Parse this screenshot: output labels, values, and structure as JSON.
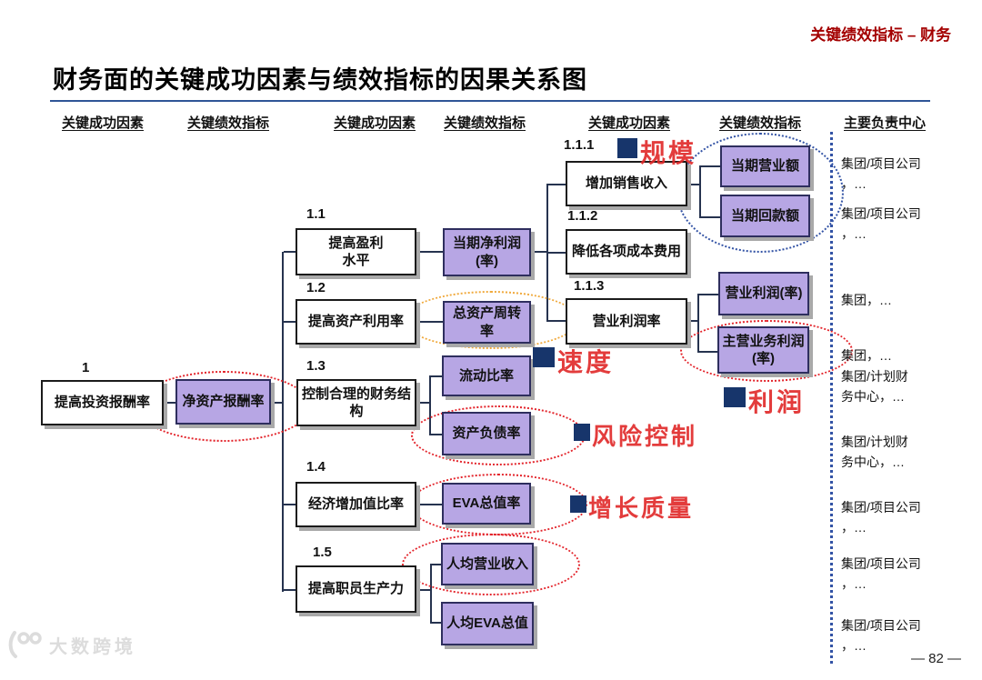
{
  "page": {
    "corner_tag": "关键绩效指标 – 财务",
    "title": "财务面的关键成功因素与绩效指标的因果关系图",
    "page_number": "— 82 —",
    "watermark": "大数跨境"
  },
  "columns": [
    "关键成功因素",
    "关键绩效指标",
    "关键成功因素",
    "关键绩效指标",
    "关键成功因素",
    "关键绩效指标",
    "主要负责中心"
  ],
  "nodes": {
    "invest_return": {
      "num": "1",
      "label": "提高投资报酬率"
    },
    "profit_level": {
      "num": "1.1",
      "label": "提高盈利\n水平"
    },
    "asset_use": {
      "num": "1.2",
      "label": "提高资产利用率"
    },
    "fin_structure": {
      "num": "1.3",
      "label": "控制合理的财务结构"
    },
    "eva_ratio": {
      "num": "1.4",
      "label": "经济增加值比率"
    },
    "staff_productivity": {
      "num": "1.5",
      "label": "提高职员生产力"
    },
    "sales_income": {
      "num": "1.1.1",
      "label": "增加销售收入"
    },
    "cost_reduce": {
      "num": "1.1.2",
      "label": "降低各项成本费用"
    },
    "op_margin": {
      "num": "1.1.3",
      "label": "营业利润率"
    }
  },
  "kpis": {
    "net_asset_return": "净资产报酬率",
    "net_profit": "当期净利润(率)",
    "asset_turnover": "总资产周转率",
    "current_ratio": "流动比率",
    "debt_ratio": "资产负债率",
    "eva_total": "EVA总值率",
    "revenue_per_capita": "人均营业收入",
    "eva_per_capita": "人均EVA总值",
    "current_sales": "当期营业额",
    "current_collection": "当期回款额",
    "operating_profit": "营业利润(率)",
    "main_business_profit": "主营业务利润(率)"
  },
  "stamps": {
    "scale": "规模",
    "speed": "速度",
    "risk": "风险控制",
    "growth": "增长质量",
    "profit": "利润"
  },
  "responsibility": [
    "集团/项目公司\n，…",
    "集团/项目公司\n，…",
    "集团，…",
    "集团，…",
    "集团/计划财\n务中心，…",
    "集团/计划财\n务中心，…",
    "集团/项目公司\n，…",
    "集团/项目公司\n，…",
    "集团/项目公司\n，…"
  ],
  "colors": {
    "kpi_fill": "#b7a6e4",
    "stamp_red": "#e02828",
    "accent_blue": "#2f5597",
    "navy": "#17356b"
  }
}
